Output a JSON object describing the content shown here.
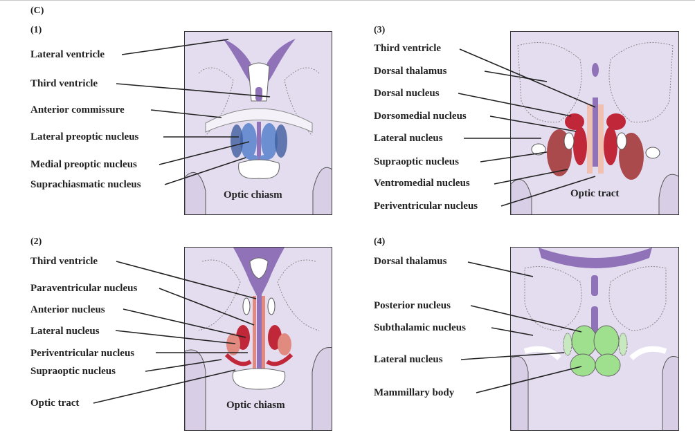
{
  "figure_label": "(C)",
  "panels": [
    {
      "id": "(1)",
      "labels": [
        "Lateral ventricle",
        "Third ventricle",
        "Anterior commissure",
        "Lateral preoptic nucleus",
        "Medial preoptic nucleus",
        "Suprachiasmatic nucleus"
      ],
      "inner_label": "Optic chiasm"
    },
    {
      "id": "(2)",
      "labels": [
        "Third ventricle",
        "Paraventricular nucleus",
        "Anterior nucleus",
        "Lateral nucleus",
        "Periventricular nucleus",
        "Supraoptic nucleus",
        "Optic tract"
      ],
      "inner_label": "Optic chiasm"
    },
    {
      "id": "(3)",
      "labels": [
        "Third ventricle",
        "Dorsal thalamus",
        "Dorsal nucleus",
        "Dorsomedial nucleus",
        "Lateral nucleus",
        "Supraoptic nucleus",
        "Ventromedial nucleus",
        "Periventricular nucleus"
      ],
      "inner_label": "Optic tract"
    },
    {
      "id": "(4)",
      "labels": [
        "Dorsal thalamus",
        "Posterior nucleus",
        "Subthalamic nucleus",
        "Lateral nucleus",
        "Mammillary body"
      ],
      "inner_label": ""
    }
  ],
  "colors": {
    "background": "#e4ddef",
    "ventricle": "#8f72b8",
    "blue_nucleus": "#6b8fd0",
    "red_nucleus": "#c0283a",
    "salmon_nucleus": "#e08a80",
    "green_nucleus": "#9fe08f"
  }
}
